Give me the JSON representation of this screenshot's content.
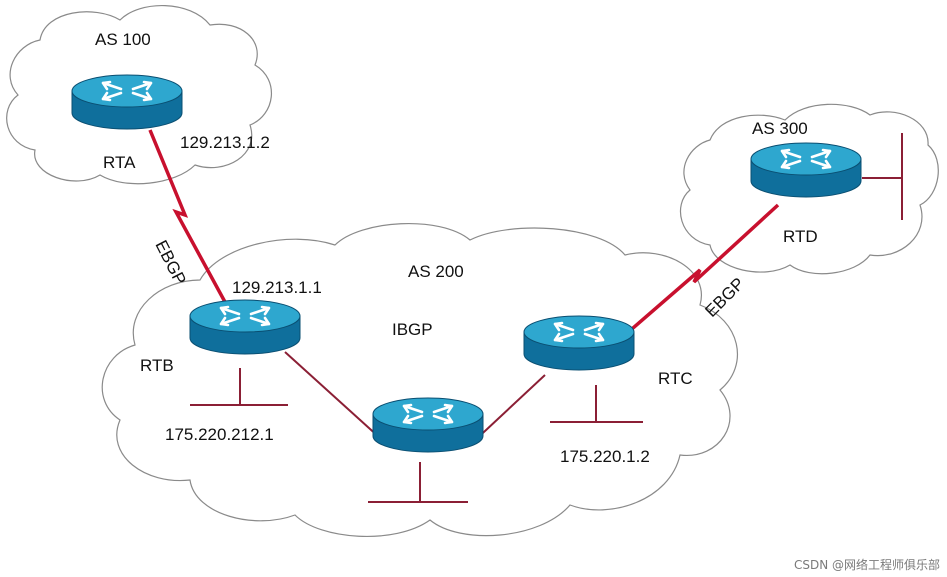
{
  "diagram": {
    "as_labels": {
      "as100": "AS 100",
      "as200": "AS 200",
      "as300": "AS 300"
    },
    "routers": {
      "rta": "RTA",
      "rtb": "RTB",
      "rtc": "RTC",
      "rtd": "RTD"
    },
    "addresses": {
      "rta_serial": "129.213.1.2",
      "rtb_serial": "129.213.1.1",
      "rtb_lan": "175.220.212.1",
      "rtc_lan": "175.220.1.2"
    },
    "links": {
      "ebgp_left": "EBGP",
      "ebgp_right": "EBGP",
      "ibgp": "IBGP"
    },
    "watermark": "CSDN @网络工程师俱乐部",
    "colors": {
      "ebgp_link": "#c8102e",
      "ibgp_link": "#8b1f35",
      "router_top": "#2ea7cf",
      "router_side": "#0f6f9c",
      "cloud_stroke": "#8a8a8a"
    }
  }
}
